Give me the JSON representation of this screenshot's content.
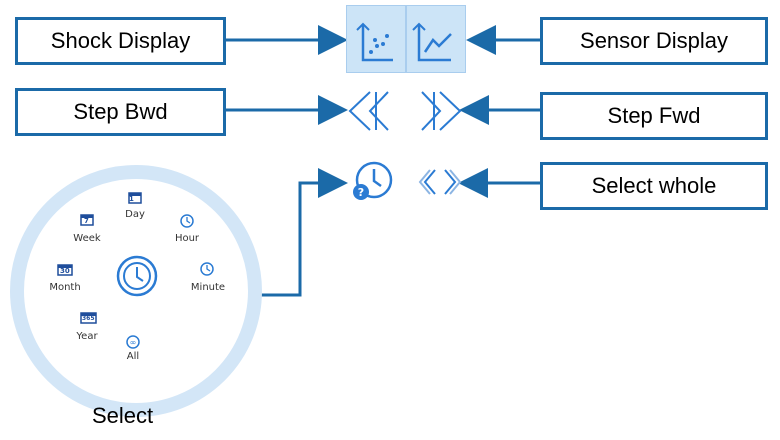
{
  "callouts": {
    "shock_display": "Shock Display",
    "sensor_display": "Sensor Display",
    "step_bwd": "Step Bwd",
    "step_fwd": "Step Fwd",
    "select_whole": "Select whole"
  },
  "wheel": {
    "items": {
      "day": "Day",
      "day_num": "1",
      "week": "Week",
      "week_num": "7",
      "hour": "Hour",
      "month": "Month",
      "month_num": "30",
      "minute": "Minute",
      "year": "Year",
      "year_num": "365",
      "all": "All"
    },
    "caption": "Select"
  },
  "colors": {
    "callout_border": "#1b6aa8",
    "arrow": "#1b6aa8",
    "toolbar_highlight": "#cce4f7",
    "icon_blue": "#2b7bd3",
    "wheel_ring": "#d3e6f7"
  }
}
